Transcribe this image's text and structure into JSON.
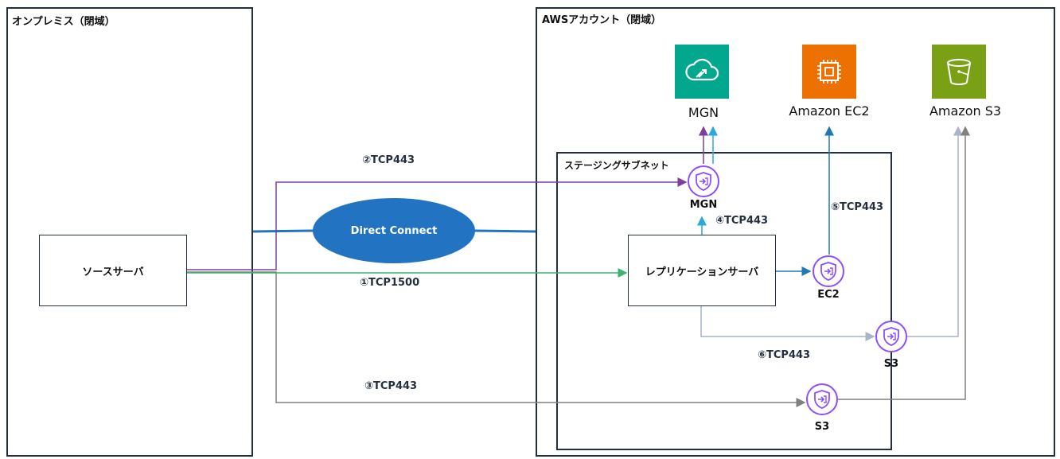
{
  "frames": {
    "onprem": "オンプレミス（閉域）",
    "aws": "AWSアカウント（閉域）",
    "subnet": "ステージングサブネット"
  },
  "nodes": {
    "source_server": "ソースサーバ",
    "replication_server": "レプリケーションサーバ",
    "direct_connect": "Direct Connect"
  },
  "services": {
    "mgn": "MGN",
    "ec2": "Amazon EC2",
    "s3": "Amazon S3"
  },
  "endpoints": {
    "mgn": "MGN",
    "ec2": "EC2",
    "s3_lower": "S3",
    "s3_bottom": "S3"
  },
  "flows": {
    "f1": "①TCP1500",
    "f2": "②TCP443",
    "f3": "③TCP443",
    "f4": "④TCP443",
    "f5": "⑤TCP443",
    "f6": "⑥TCP443"
  },
  "colors": {
    "frame": "#232f3e",
    "direct_connect": "#2274c2",
    "flow1": "#3cb371",
    "flow2": "#7b3fa0",
    "flow3": "#808080",
    "flow4": "#2ca8e0",
    "flow5": "#1f77b4",
    "flow6": "#a9b4c8",
    "endpoint": "#8c4fff",
    "mgn_icon": "#01a88d",
    "ec2_icon": "#ed7100",
    "s3_icon": "#7aa116"
  }
}
